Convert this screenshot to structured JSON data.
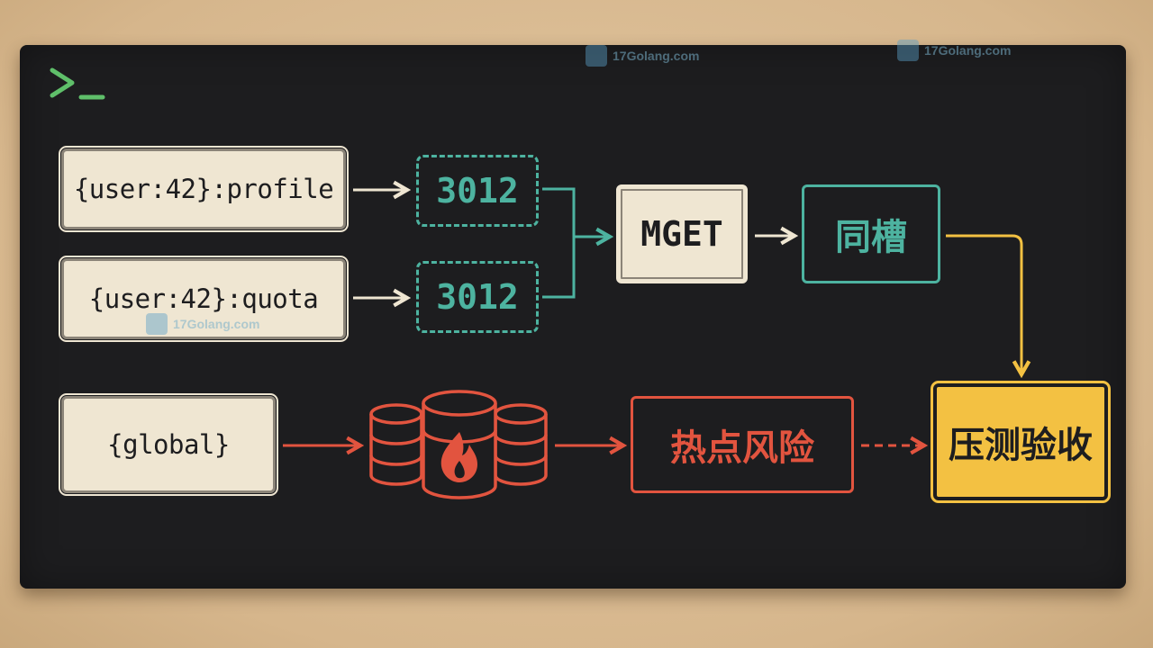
{
  "keys": {
    "profile": "{user:42}:profile",
    "quota": "{user:42}:quota",
    "global": "{global}"
  },
  "slots": {
    "profile": "3012",
    "quota": "3012"
  },
  "nodes": {
    "mget": "MGET",
    "same_slot": "同槽",
    "hotspot": "热点风险",
    "acceptance": "压测验收"
  },
  "icons": {
    "terminal": "terminal-prompt-icon",
    "database": "database-cluster-icon",
    "fire": "fire-icon"
  },
  "watermark": {
    "text": "17Golang.com"
  },
  "colors": {
    "teal": "#4db3a0",
    "red": "#e2543f",
    "yellow": "#f3c142",
    "cream": "#efe6d2",
    "board": "#1d1d1f",
    "terminal_green": "#5fbf6a"
  }
}
